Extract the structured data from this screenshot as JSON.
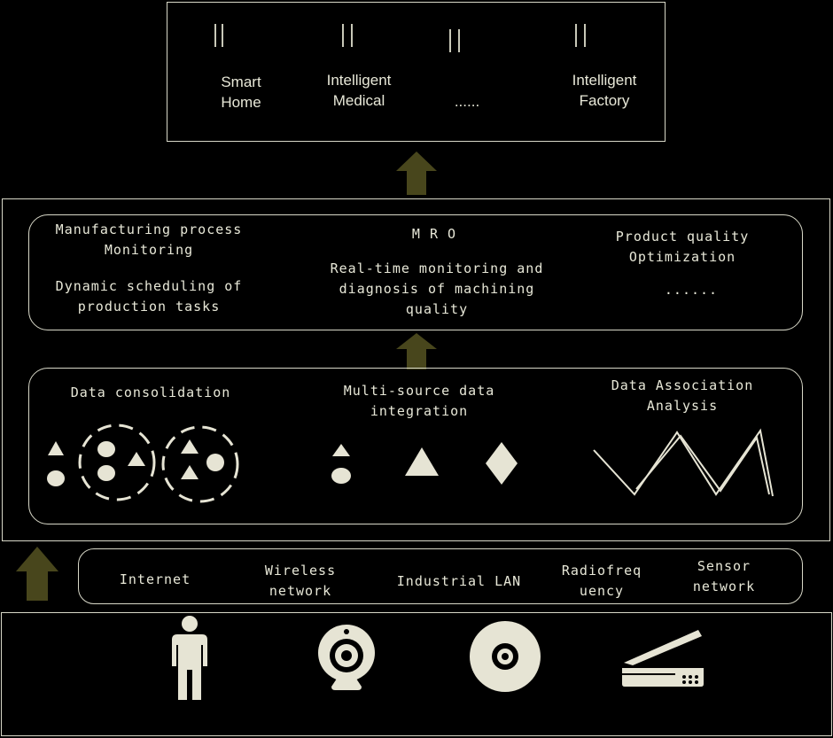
{
  "applications": {
    "items": [
      {
        "label": "Smart\nHome"
      },
      {
        "label": "Intelligent\nMedical"
      },
      {
        "label": "......"
      },
      {
        "label": "Intelligent\nFactory"
      }
    ]
  },
  "services": {
    "left_top": "Manufacturing process\nMonitoring",
    "left_bottom": "Dynamic scheduling of\nproduction tasks",
    "center_title": "M R O",
    "center_body": "Real-time monitoring and\ndiagnosis of machining\nquality",
    "right_top": "Product quality\nOptimization",
    "right_dots": "......"
  },
  "processing": {
    "consolidation": "Data consolidation",
    "integration": "Multi-source data\nintegration",
    "association": "Data Association\nAnalysis"
  },
  "network": {
    "items": [
      {
        "label": "Internet"
      },
      {
        "label": "Wireless\nnetwork"
      },
      {
        "label": "Industrial LAN"
      },
      {
        "label": "Radiofreq\nuency"
      },
      {
        "label": "Sensor\nnetwork"
      }
    ]
  },
  "colors": {
    "arrow": "#48461c",
    "line": "#d8d8c8",
    "icon": "#e6e4d4"
  },
  "icons": [
    "person-icon",
    "webcam-icon",
    "disc-icon",
    "scanner-icon"
  ]
}
